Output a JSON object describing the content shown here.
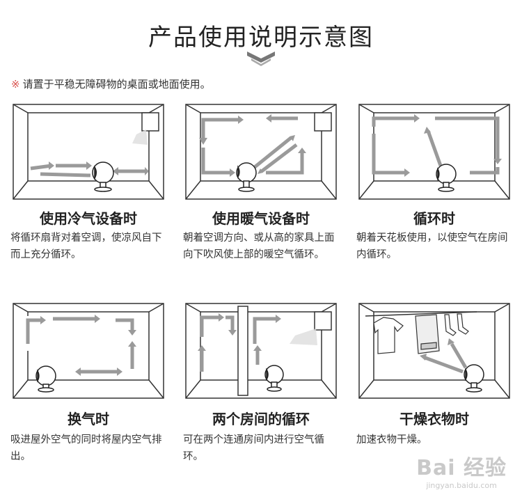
{
  "header": {
    "title": "产品使用说明示意图",
    "note_mark": "※",
    "note_text": "请置于平稳无障碍物的桌面或地面使用。"
  },
  "panels": [
    {
      "title": "使用冷气设备时",
      "desc": "将循环扇背对着空调，使凉风自下而上充分循环。"
    },
    {
      "title": "使用暖气设备时",
      "desc": "朝着空调方向、或从高的家具上面向下吹风使上部的暖空气循环。"
    },
    {
      "title": "循环时",
      "desc": "朝着天花板使用，以使空气在房间内循环。"
    },
    {
      "title": "换气时",
      "desc": "吸进屋外空气的同时将屋内空气排出。"
    },
    {
      "title": "两个房间的循环",
      "desc": "可在两个连通房间内进行空气循环。"
    },
    {
      "title": "干燥衣物时",
      "desc": "加速衣物干燥。"
    }
  ],
  "watermark": {
    "brand": "Bai 经验",
    "url": "jingyan.baidu.com"
  },
  "colors": {
    "line": "#333333",
    "arrow": "#9a9a9a",
    "mark": "#d9534f"
  }
}
